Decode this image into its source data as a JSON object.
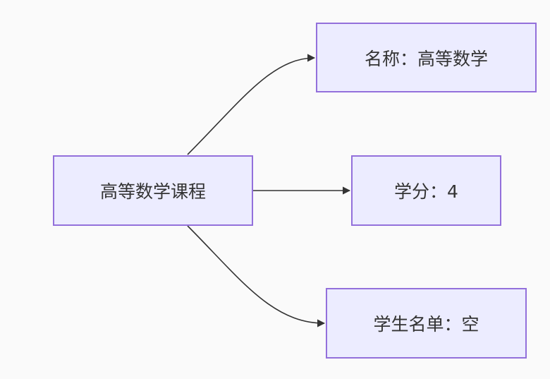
{
  "diagram": {
    "root": {
      "label": "高等数学课程"
    },
    "children": [
      {
        "label": "名称：高等数学"
      },
      {
        "label": "学分：4"
      },
      {
        "label": "学生名单：空"
      }
    ]
  },
  "colors": {
    "node_fill": "#ececff",
    "node_border": "#9370db",
    "edge": "#333333",
    "text": "#333333",
    "background": "#fafafa"
  }
}
